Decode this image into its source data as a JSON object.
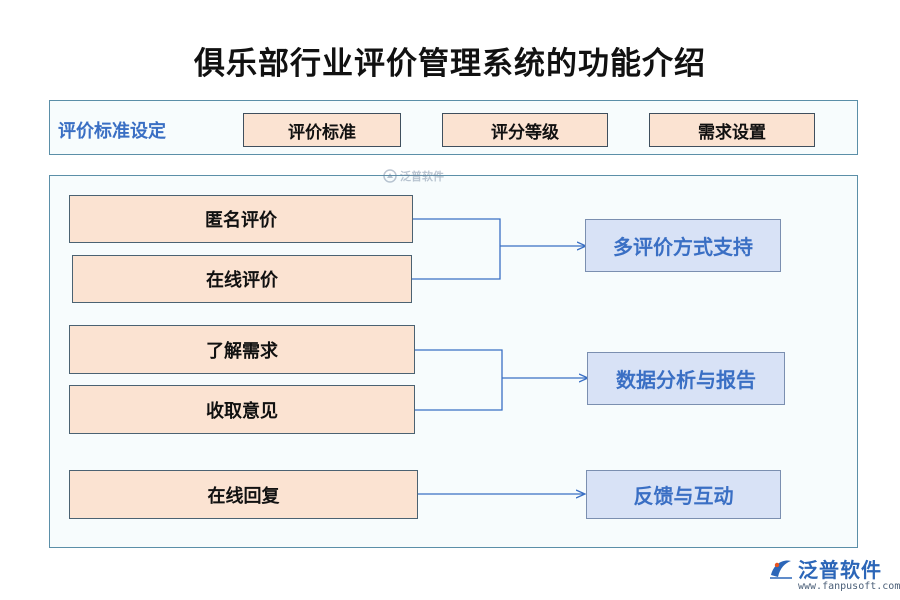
{
  "title": "俱乐部行业评价管理系统的功能介绍",
  "standards": {
    "label": "评价标准设定",
    "tags": [
      "评价标准",
      "评分等级",
      "需求设置"
    ]
  },
  "groups": [
    {
      "sources": [
        "匿名评价",
        "在线评价"
      ],
      "target": "多评价方式支持"
    },
    {
      "sources": [
        "了解需求",
        "收取意见"
      ],
      "target": "数据分析与报告"
    },
    {
      "sources": [
        "在线回复"
      ],
      "target": "反馈与互动"
    }
  ],
  "watermark": {
    "text": "泛普软件"
  },
  "logo": {
    "name": "泛普软件",
    "url": "www.fanpusoft.com"
  },
  "colors": {
    "source_fill": "#fbe3d2",
    "target_fill": "#d8e2f6",
    "target_text": "#3a6fc4",
    "connector": "#3a6fc4",
    "panel_border": "#5b8fa8"
  }
}
